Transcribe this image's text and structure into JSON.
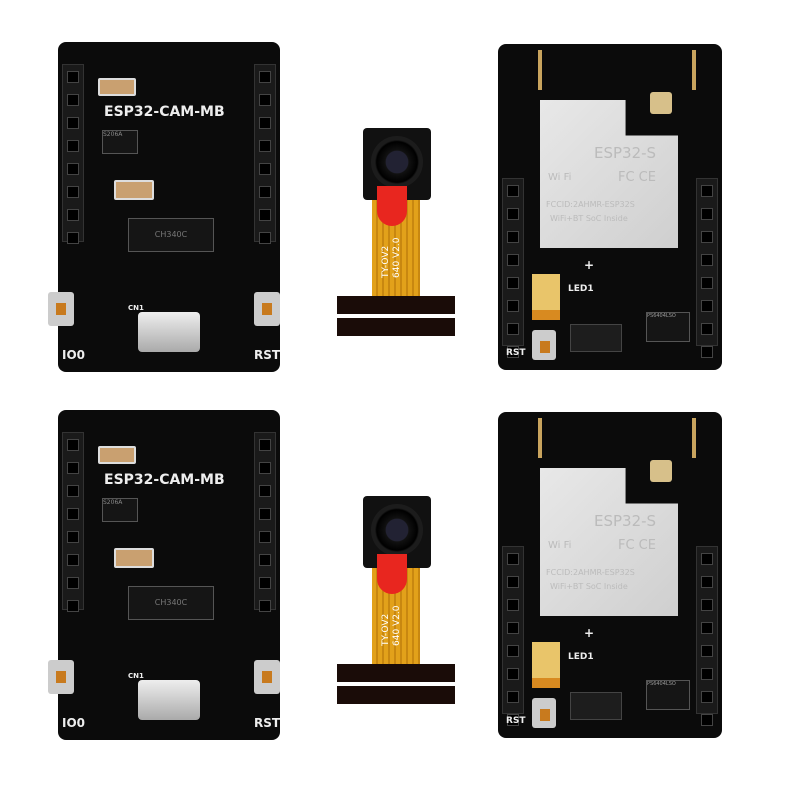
{
  "product": {
    "mb_board": {
      "title": "ESP32-CAM-MB",
      "button_left": "IO0",
      "button_right": "RST",
      "usb_label": "CN1",
      "ic_label": "CH340C",
      "reg_label": "S206A"
    },
    "camera": {
      "flex_line1": "TY-OV2",
      "flex_line2": "640 V2.0"
    },
    "cam_board": {
      "module_name": "ESP32-S",
      "fcc_id": "FCCID:2AHMR-ESP32S",
      "tagline": "WiFi+BT SoC Inside",
      "wifi_badge": "Wi Fi",
      "fcc_mark": "FC CE",
      "led_label": "LED1",
      "plus_sign": "+",
      "reset_label": "RST",
      "mosfet_label": "PS6404LSO"
    },
    "rows": 2
  }
}
